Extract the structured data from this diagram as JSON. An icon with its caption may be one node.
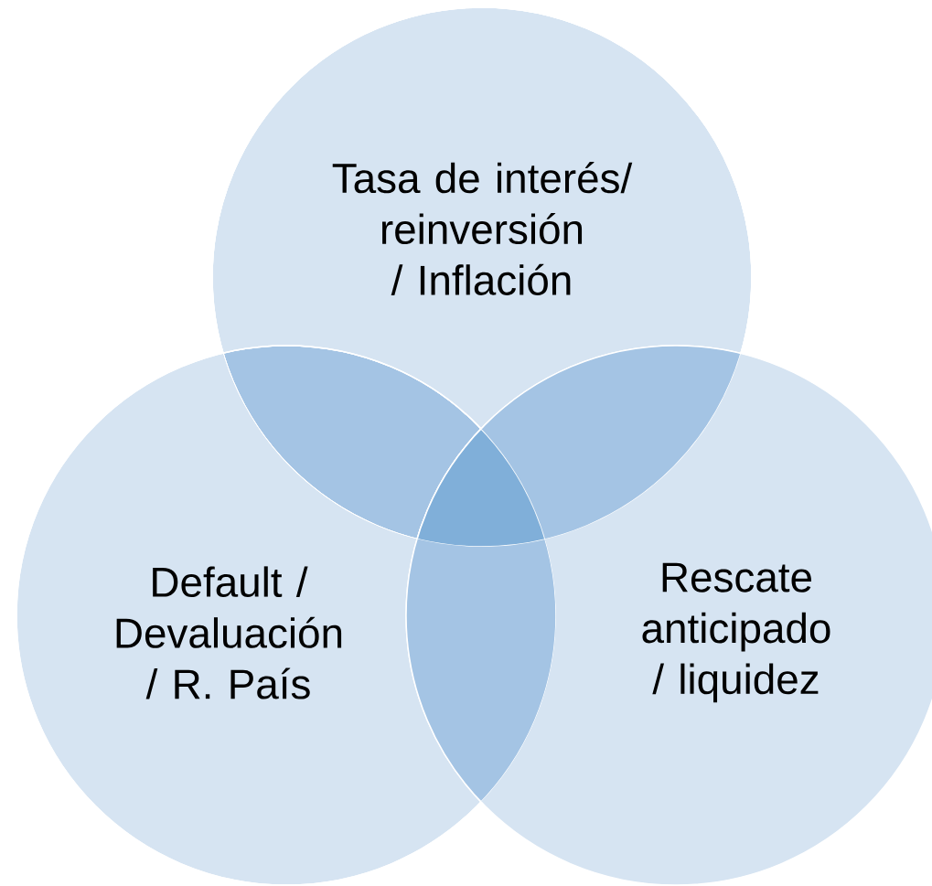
{
  "diagram": {
    "nodes": [
      {
        "text": [
          "Tasa de interés/ reinversión / Inflación"
        ]
      },
      {
        "text": [
          "Default / Devaluación / R. País"
        ]
      },
      {
        "text": [
          "Rescate anticipado / liquidez"
        ]
      }
    ]
  }
}
